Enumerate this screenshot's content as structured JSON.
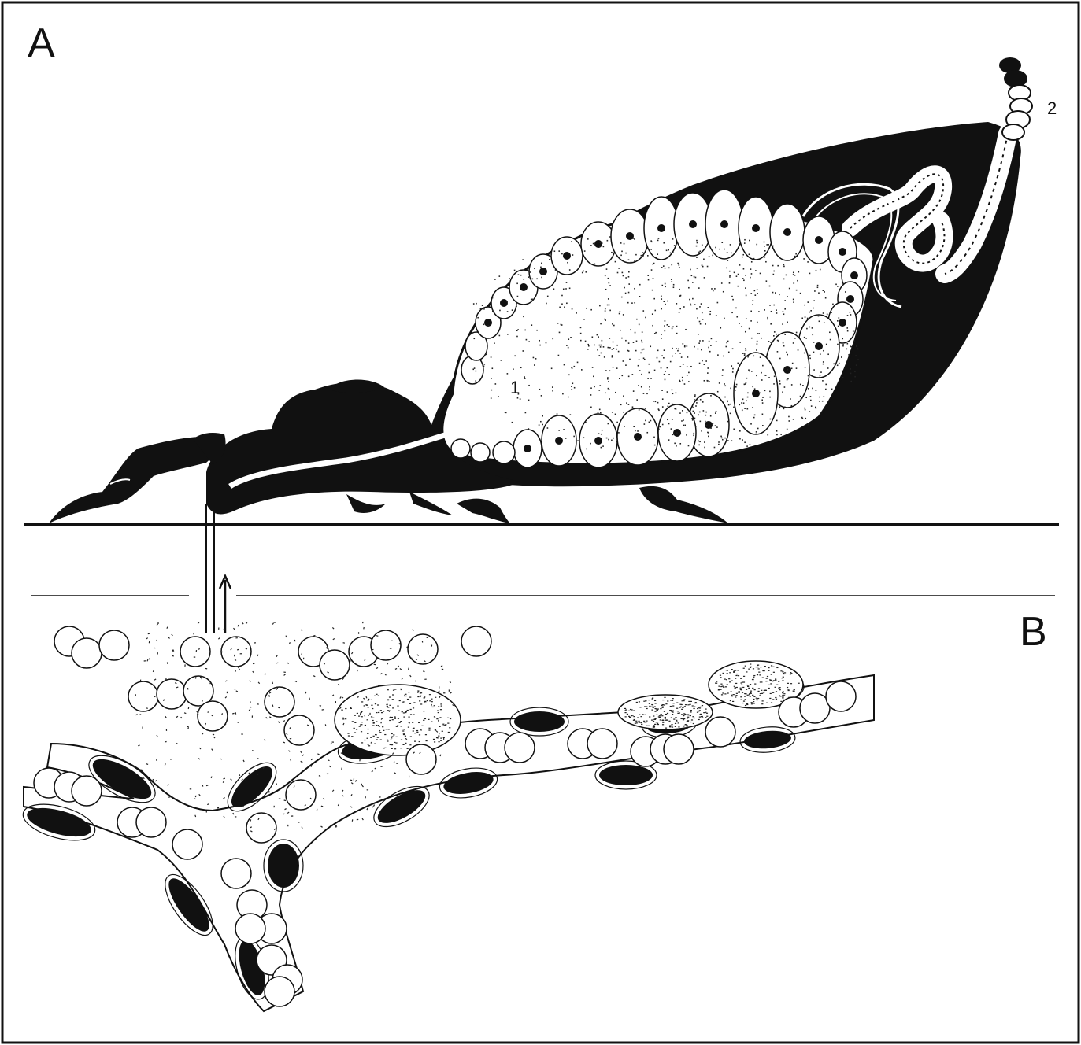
{
  "panels": {
    "a_label": "A",
    "b_label": "B"
  },
  "annotations": {
    "label_1": "1",
    "label_2": "2"
  },
  "colors": {
    "ink": "#111111",
    "paper": "#ffffff",
    "stipple": "#222222"
  }
}
